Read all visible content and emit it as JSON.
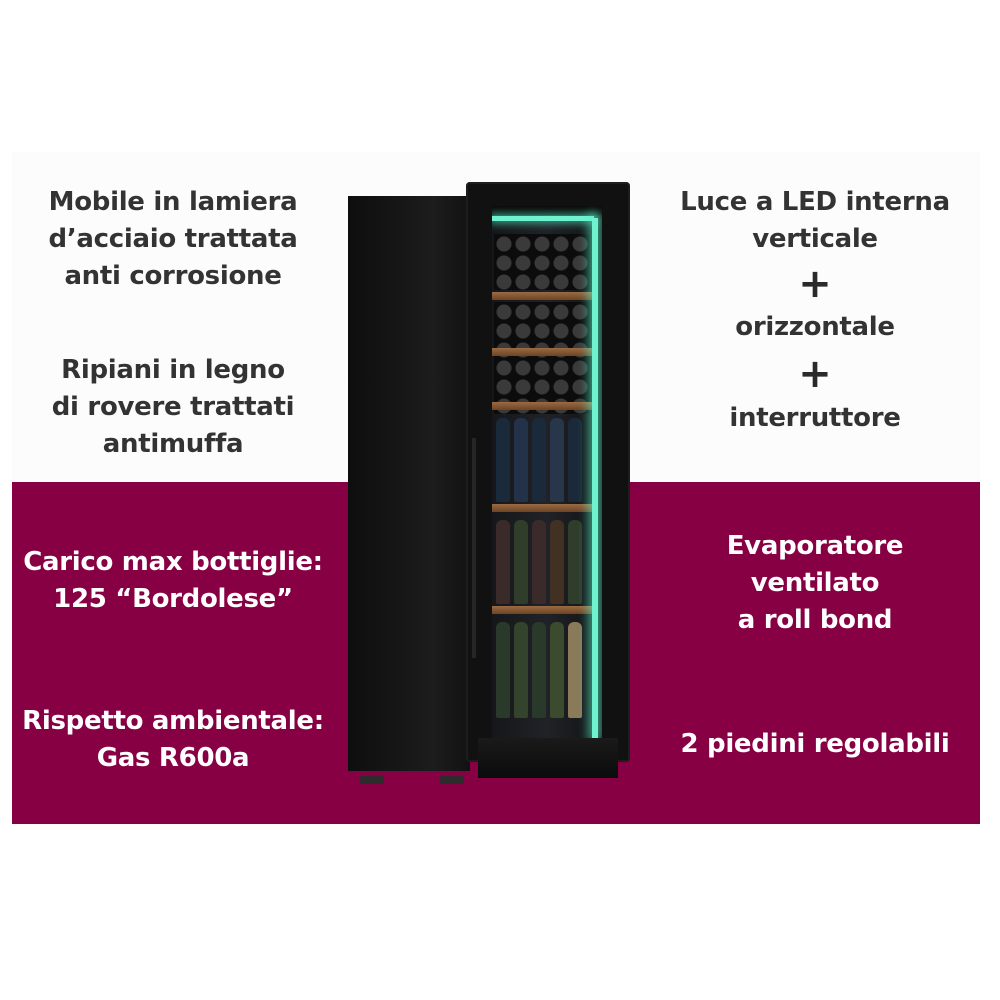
{
  "colors": {
    "accent_bottom_panel": "#880044",
    "text_dark": "#333333",
    "text_light": "#ffffff"
  },
  "features_left_top": [
    "Mobile in lamiera\nd’acciaio trattata\nanti corrosione",
    "Ripiani in legno\ndi rovere trattati\nantimuffa"
  ],
  "features_right_top": {
    "led": "Luce a LED interna\nverticale",
    "plus1": "+",
    "horizontal": "orizzontale",
    "plus2": "+",
    "switch": "interruttore"
  },
  "features_left_bottom": [
    "Carico max bottiglie:\n125 “Bordolese”",
    "Rispetto ambientale:\nGas R600a"
  ],
  "features_right_bottom": [
    "Evaporatore\nventilato\na roll bond",
    "2 piedini regolabili"
  ],
  "product_image": {
    "icon": "wine-cabinet-icon"
  }
}
